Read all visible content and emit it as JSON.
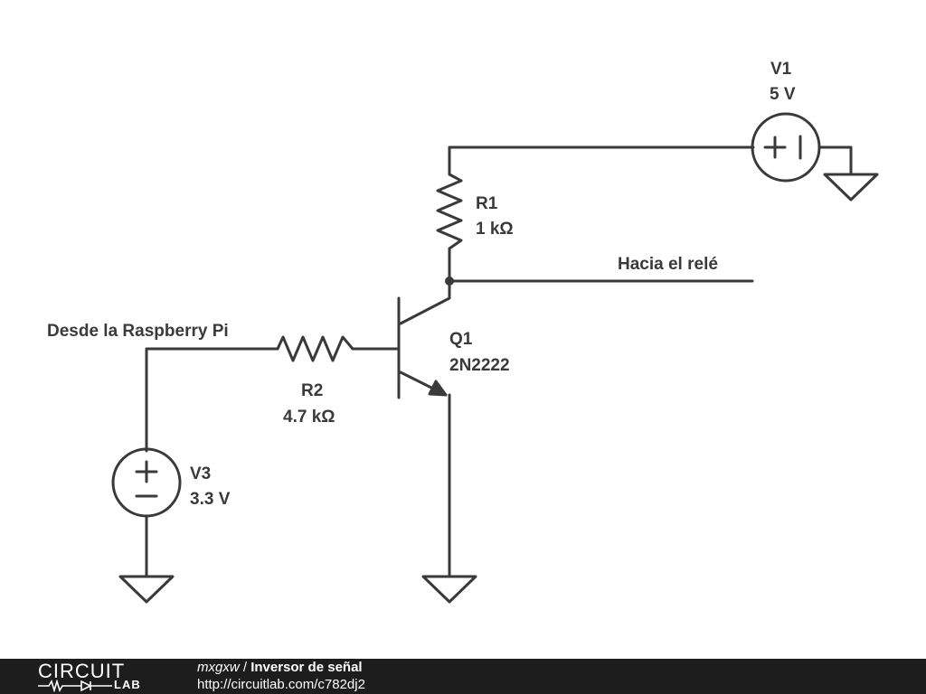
{
  "components": {
    "v1": {
      "name": "V1",
      "value": "5 V"
    },
    "r1": {
      "name": "R1",
      "value": "1 kΩ"
    },
    "r2": {
      "name": "R2",
      "value": "4.7 kΩ"
    },
    "q1": {
      "name": "Q1",
      "value": "2N2222"
    },
    "v3": {
      "name": "V3",
      "value": "3.3 V"
    }
  },
  "nets": {
    "output": "Hacia el relé",
    "input": "Desde la Raspberry Pi"
  },
  "footer": {
    "logo_top": "CIRCUIT",
    "logo_bottom": "LAB",
    "user": "mxgxw",
    "separator": " / ",
    "title": "Inversor de señal",
    "url": "http://circuitlab.com/c782dj2"
  },
  "colors": {
    "wire": "#3a3a3a",
    "label": "#3a3a3a",
    "footer_bg": "#1d1d1d",
    "footer_text": "#ffffff"
  }
}
